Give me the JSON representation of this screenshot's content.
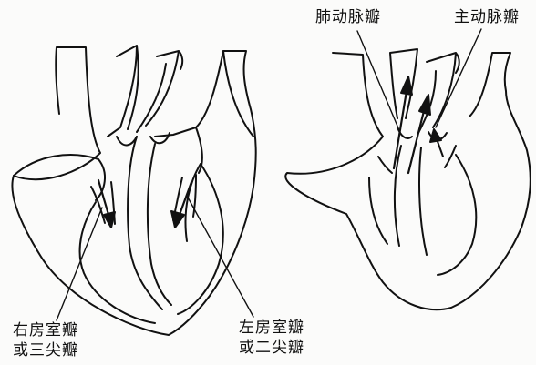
{
  "labels": {
    "pulmonary_valve": "肺动脉瓣",
    "aortic_valve": "主动脉瓣",
    "right_av_valve_line1": "右房室瓣",
    "right_av_valve_line2": "或三尖瓣",
    "left_av_valve_line1": "左房室瓣",
    "left_av_valve_line2": "或二尖瓣"
  },
  "colors": {
    "ink": "#111111",
    "paper": "#fbfbfa"
  }
}
